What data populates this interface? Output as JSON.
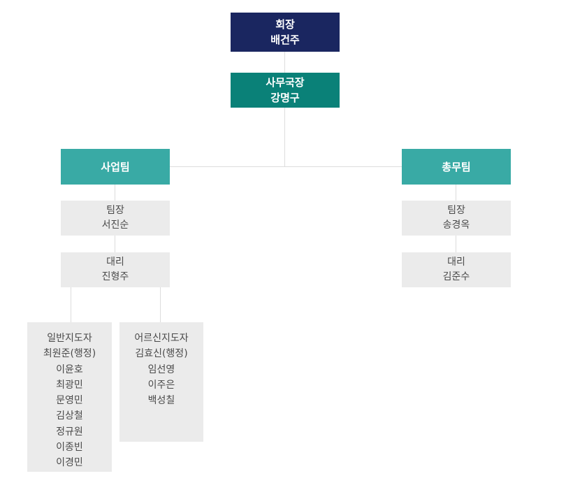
{
  "colors": {
    "navy": "#1a2660",
    "dark_green": "#0a8178",
    "teal": "#39aaa5",
    "gray_box": "#ebebeb",
    "connector": "#dcdcdc"
  },
  "chairman": {
    "title": "회장",
    "name": "배건주"
  },
  "secretary_general": {
    "title": "사무국장",
    "name": "강명구"
  },
  "business_team": {
    "name": "사업팀",
    "leader": {
      "title": "팀장",
      "name": "서진순"
    },
    "deputy": {
      "title": "대리",
      "name": "진형주"
    },
    "general_instructors": {
      "title": "일반지도자",
      "members": [
        "최원준(행정)",
        "이윤호",
        "최광민",
        "문영민",
        "김상철",
        "정규원",
        "이종빈",
        "이경민"
      ]
    },
    "senior_instructors": {
      "title": "어르신지도자",
      "members": [
        "김효신(행정)",
        "임선영",
        "이주은",
        "백성칠"
      ]
    }
  },
  "general_affairs_team": {
    "name": "총무팀",
    "leader": {
      "title": "팀장",
      "name": "송경옥"
    },
    "deputy": {
      "title": "대리",
      "name": "김준수"
    }
  }
}
